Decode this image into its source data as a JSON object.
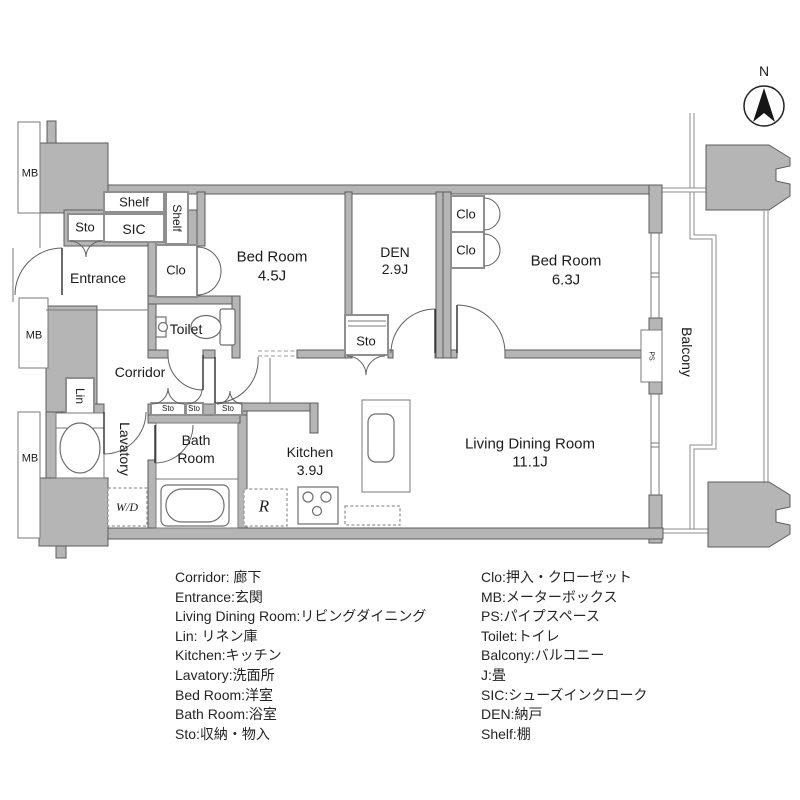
{
  "compass": {
    "label": "N"
  },
  "rooms": {
    "entrance": {
      "label": "Entrance"
    },
    "bedroom1": {
      "label": "Bed Room",
      "size": "4.5J"
    },
    "den": {
      "label": "DEN",
      "size": "2.9J"
    },
    "bedroom2": {
      "label": "Bed Room",
      "size": "6.3J"
    },
    "corridor": {
      "label": "Corridor"
    },
    "toilet": {
      "label": "Toilet"
    },
    "lavatory": {
      "label": "Lavatory"
    },
    "bathroom": {
      "line1": "Bath",
      "line2": "Room"
    },
    "kitchen": {
      "label": "Kitchen",
      "size": "3.9J"
    },
    "living_dining": {
      "label": "Living Dining Room",
      "size": "11.1J"
    },
    "balcony": {
      "label": "Balcony"
    }
  },
  "storage": {
    "shelf_top": "Shelf",
    "shelf_side": "Shelf",
    "sic": "SIC",
    "sto_entrance": "Sto",
    "clo_bedroom1": "Clo",
    "clo_bedroom2_upper": "Clo",
    "clo_bedroom2_lower": "Clo",
    "sto_den": "Sto",
    "sto_corridor_1": "Sto",
    "sto_corridor_2": "Sto",
    "sto_corridor_3": "Sto",
    "lin": "Lin"
  },
  "utilities": {
    "mb_top": "MB",
    "mb_middle": "MB",
    "mb_bottom": "MB",
    "ps": "PS",
    "washer_dryer": "W/D",
    "refrigerator": "R"
  },
  "legend": {
    "left": [
      "Corridor: 廊下",
      "Entrance:玄関",
      "Living Dining Room:リビングダイニング",
      "Lin: リネン庫",
      "Kitchen:キッチン",
      "Lavatory:洗面所",
      "Bed Room:洋室",
      "Bath Room:浴室",
      "Sto:収納・物入"
    ],
    "right": [
      "Clo:押入・クローゼット",
      "MB:メーターボックス",
      "PS:パイプスペース",
      "Toilet:トイレ",
      "Balcony:バルコニー",
      "J:畳",
      "SIC:シューズインクローク",
      "DEN:納戸",
      "Shelf:棚"
    ]
  },
  "colors": {
    "wall_fill": "#b5b5b5",
    "wall_stroke": "#5c5c5c",
    "line": "#7a7a7a",
    "box_stroke": "#8f8f8f",
    "text": "#1b1b1b"
  }
}
